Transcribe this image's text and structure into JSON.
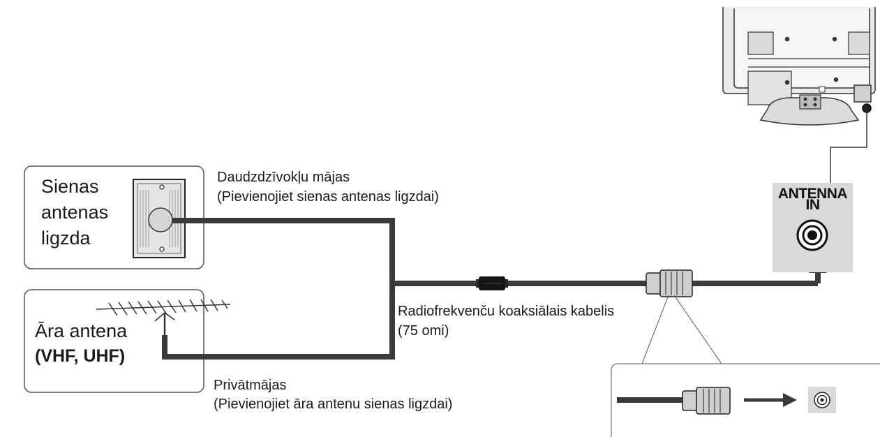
{
  "wall_box": {
    "title_lines": [
      "Sienas",
      "antenas",
      "ligzda"
    ]
  },
  "outdoor_box": {
    "title": "Āra antena",
    "subtitle": "(VHF, UHF)"
  },
  "apartment_label": {
    "line1": "Daudzdzīvokļu mājas",
    "line2": "(Pievienojiet sienas antenas ligzdai)"
  },
  "house_label": {
    "line1": "Privātmājas",
    "line2": "(Pievienojiet āra antenu sienas ligzdai)"
  },
  "cable_label": {
    "line1": "Radiofrekvenču koaksiālais kabelis",
    "line2": "(75 omi)"
  },
  "tv_port": {
    "line1": "ANTENNA",
    "line2": "IN"
  },
  "icons": [
    "wall-socket-icon",
    "outdoor-antenna-icon",
    "tv-rear-icon",
    "coax-plug-icon",
    "antenna-in-jack-icon",
    "arrow-icon"
  ],
  "colors": {
    "cable": "#3a3a3a",
    "plug_fill": "#c8c8c8",
    "panel_fill": "#d9d9d9",
    "box_border": "#555555"
  }
}
